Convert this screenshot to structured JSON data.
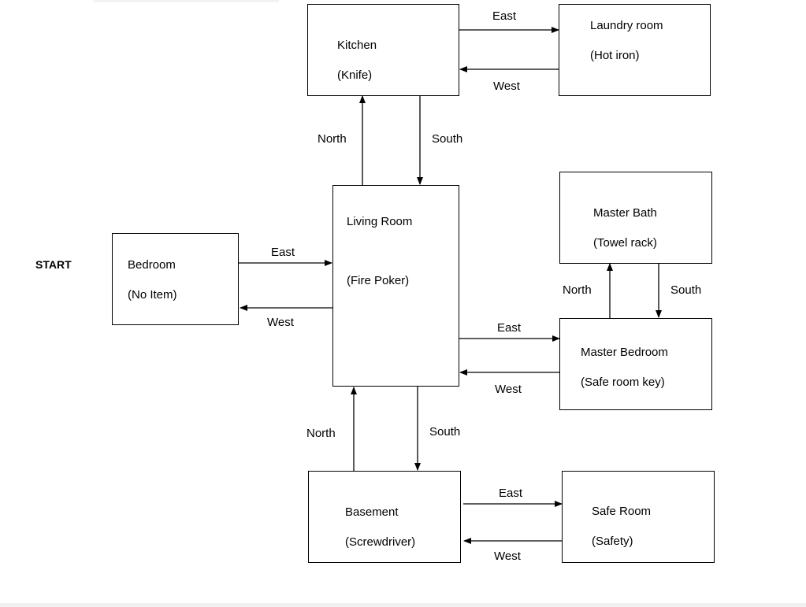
{
  "start_label": "START",
  "rooms": {
    "kitchen": {
      "name": "Kitchen",
      "item": "(Knife)"
    },
    "laundry": {
      "name": "Laundry room",
      "item": "(Hot iron)"
    },
    "living": {
      "name": "Living Room",
      "item": "(Fire Poker)"
    },
    "bedroom": {
      "name": "Bedroom",
      "item": "(No Item)"
    },
    "master_bath": {
      "name": "Master Bath",
      "item": "(Towel rack)"
    },
    "master_bedroom": {
      "name": "Master Bedroom",
      "item": "(Safe room key)"
    },
    "basement": {
      "name": "Basement",
      "item": "(Screwdriver)"
    },
    "safe_room": {
      "name": "Safe Room",
      "item": "(Safety)"
    }
  },
  "directions": {
    "north": "North",
    "south": "South",
    "east": "East",
    "west": "West"
  },
  "connections": [
    {
      "from": "Bedroom",
      "to": "Living Room",
      "label": "East"
    },
    {
      "from": "Living Room",
      "to": "Bedroom",
      "label": "West"
    },
    {
      "from": "Living Room",
      "to": "Kitchen",
      "label": "North"
    },
    {
      "from": "Kitchen",
      "to": "Living Room",
      "label": "South"
    },
    {
      "from": "Kitchen",
      "to": "Laundry room",
      "label": "East"
    },
    {
      "from": "Laundry room",
      "to": "Kitchen",
      "label": "West"
    },
    {
      "from": "Living Room",
      "to": "Master Bedroom",
      "label": "East"
    },
    {
      "from": "Master Bedroom",
      "to": "Living Room",
      "label": "West"
    },
    {
      "from": "Master Bedroom",
      "to": "Master Bath",
      "label": "North"
    },
    {
      "from": "Master Bath",
      "to": "Master Bedroom",
      "label": "South"
    },
    {
      "from": "Living Room",
      "to": "Basement",
      "label": "South"
    },
    {
      "from": "Basement",
      "to": "Living Room",
      "label": "North"
    },
    {
      "from": "Basement",
      "to": "Safe Room",
      "label": "East"
    },
    {
      "from": "Safe Room",
      "to": "Basement",
      "label": "West"
    }
  ]
}
